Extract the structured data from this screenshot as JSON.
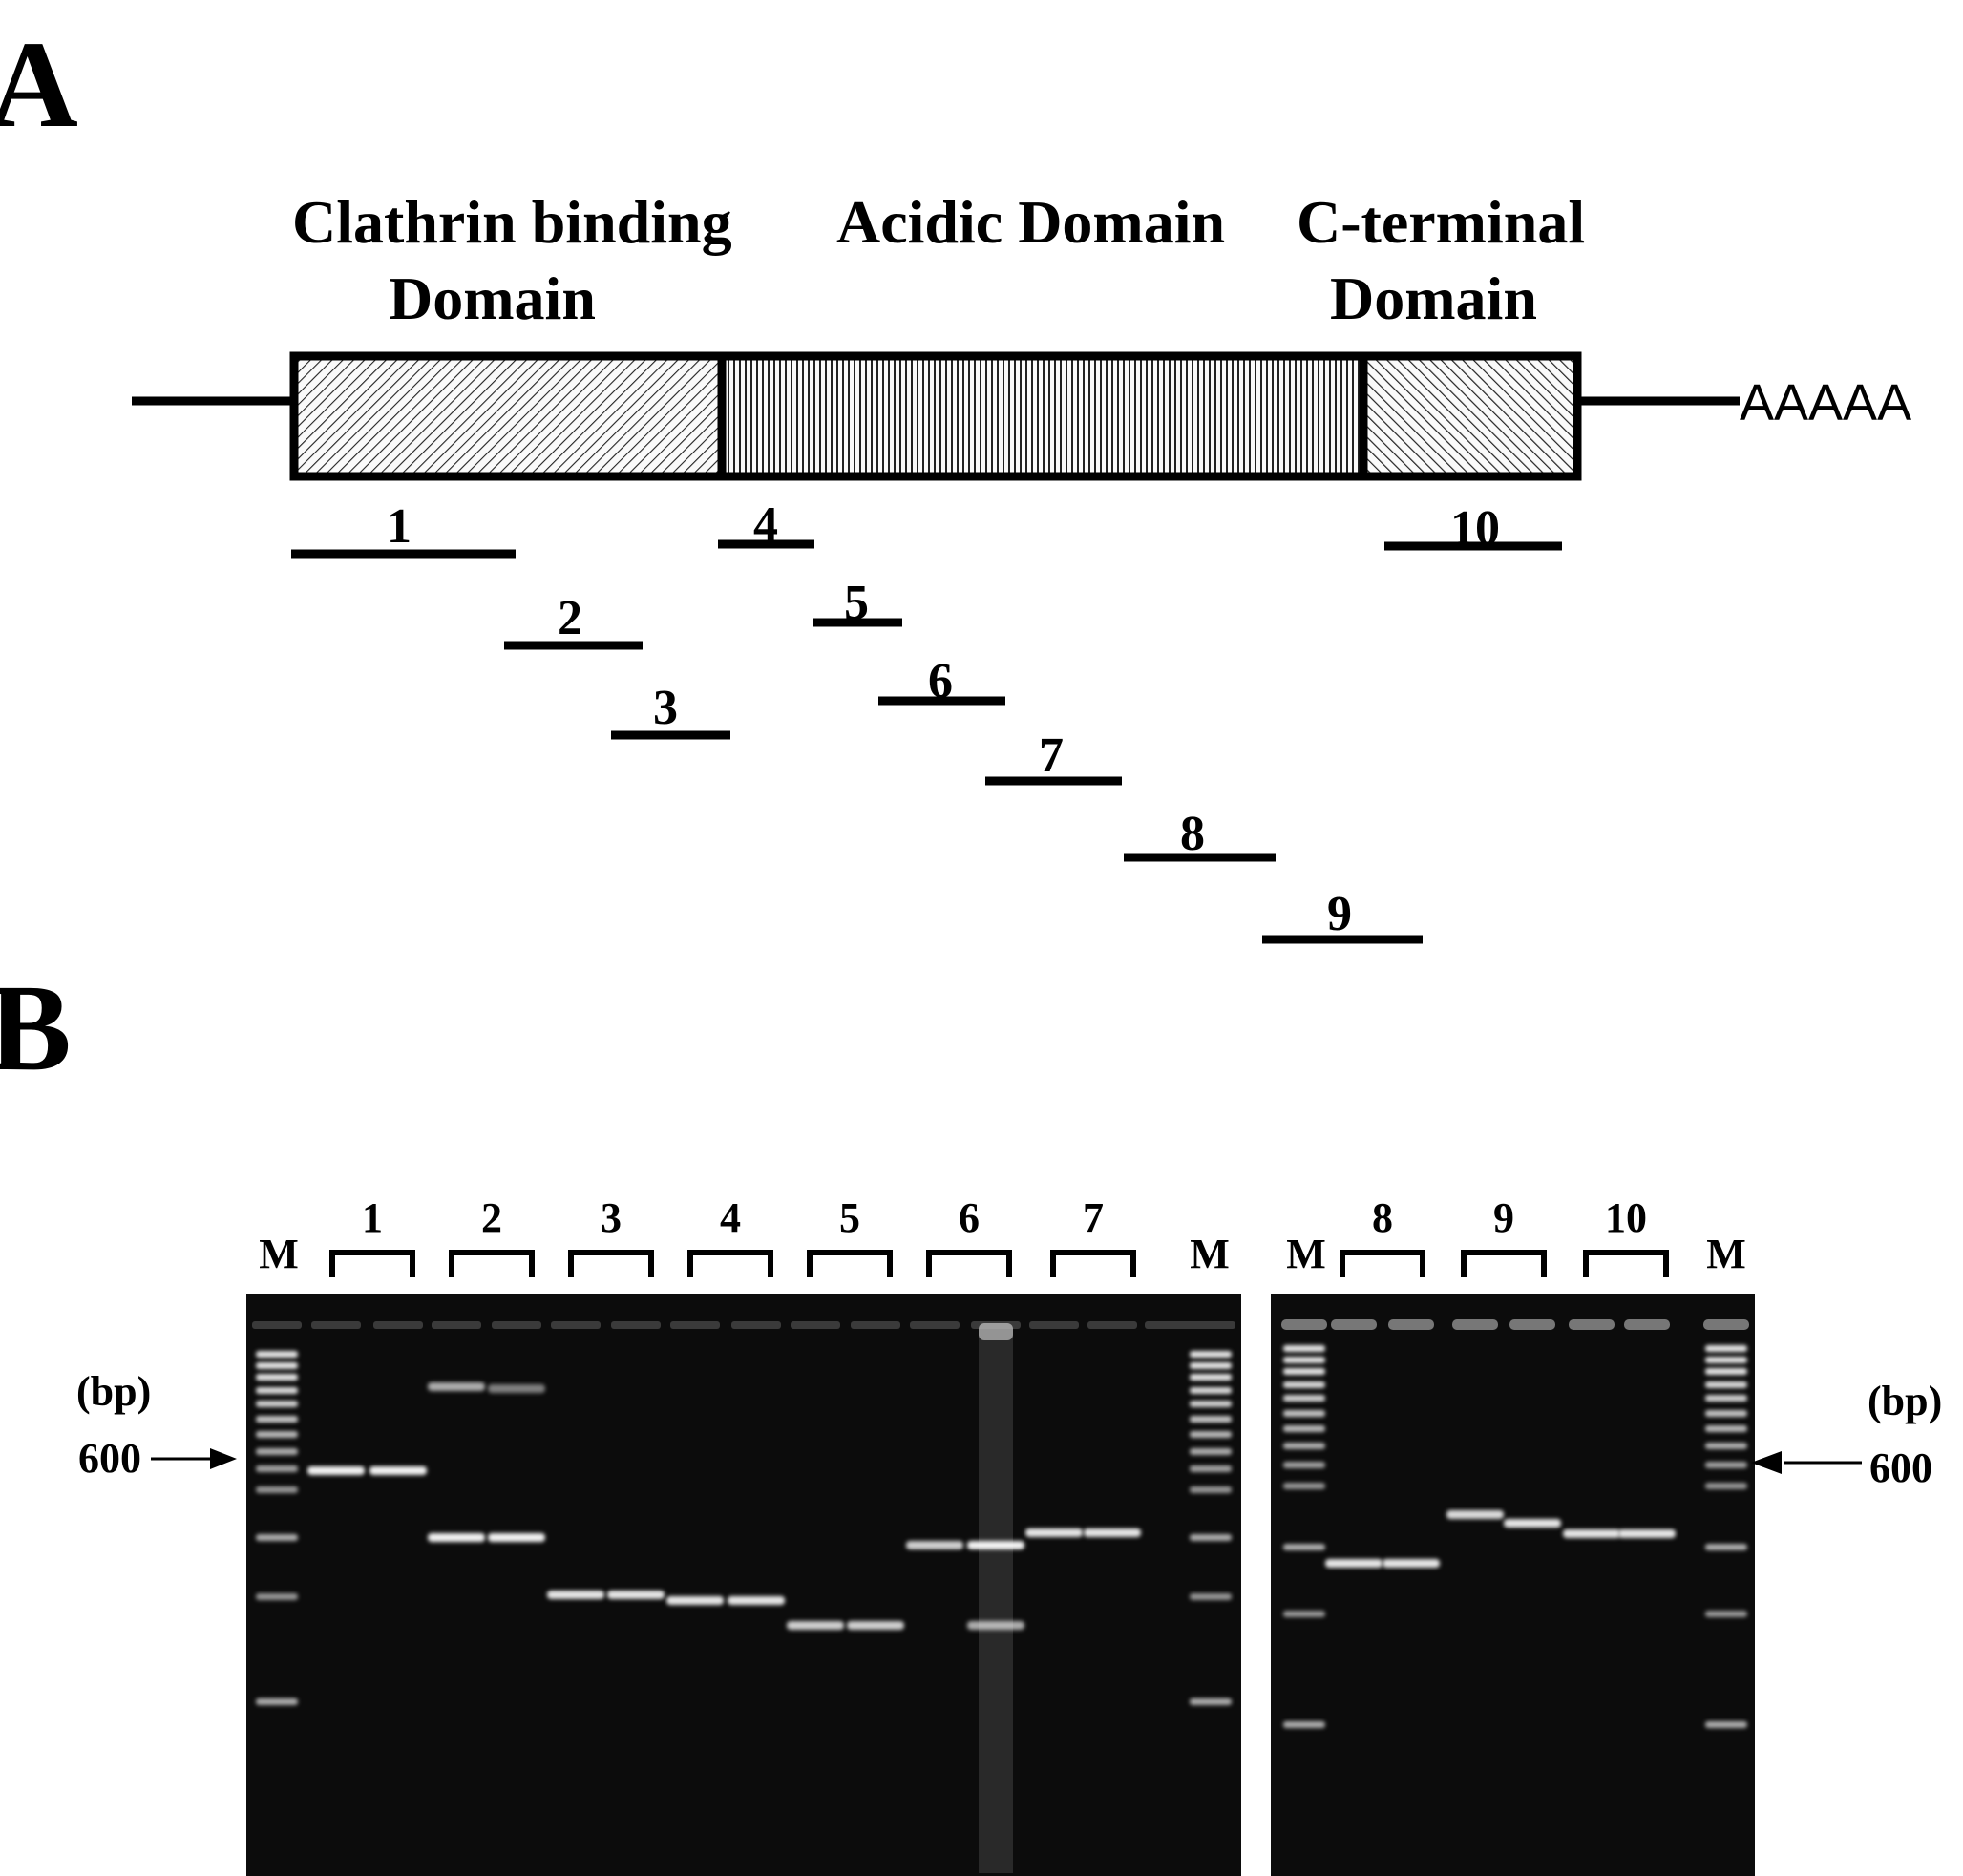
{
  "panel_a": {
    "label": "A",
    "domains": [
      {
        "line1": "Clathrin binding",
        "line2": "Domain"
      },
      {
        "line1": "Acidic Domain",
        "line2": ""
      },
      {
        "line1": "C-terminal",
        "line2": "Domain"
      }
    ],
    "poly_a": "AAAAA",
    "fragments": [
      "1",
      "2",
      "3",
      "4",
      "5",
      "6",
      "7",
      "8",
      "9",
      "10"
    ]
  },
  "panel_b": {
    "label": "B",
    "marker": "M",
    "bp_unit": "(bp)",
    "size_600": "600",
    "left_gel_lanes": [
      "1",
      "2",
      "3",
      "4",
      "5",
      "6",
      "7"
    ],
    "right_gel_lanes": [
      "8",
      "9",
      "10"
    ]
  },
  "colors": {
    "gel_bg": "#0c0c0c",
    "band": "#f2f2f2",
    "ink": "#000000"
  }
}
